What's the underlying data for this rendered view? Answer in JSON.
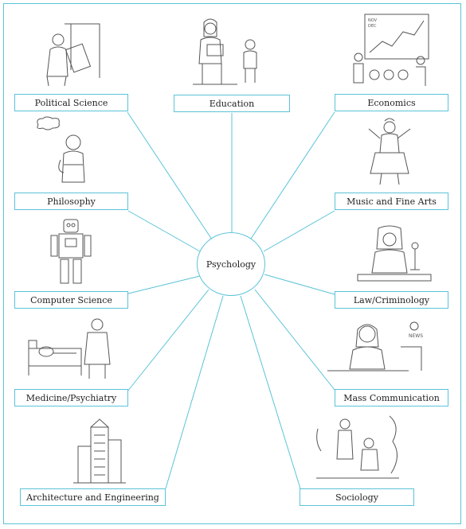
{
  "center": {
    "label": "Psychology"
  },
  "fields": [
    {
      "id": "political-science",
      "label": "Political Science"
    },
    {
      "id": "education",
      "label": "Education"
    },
    {
      "id": "economics",
      "label": "Economics"
    },
    {
      "id": "philosophy",
      "label": "Philosophy"
    },
    {
      "id": "music-and-fine-arts",
      "label": "Music and Fine Arts"
    },
    {
      "id": "computer-science",
      "label": "Computer Science"
    },
    {
      "id": "law-criminology",
      "label": "Law/Criminology"
    },
    {
      "id": "medicine-psychiatry",
      "label": "Medicine/Psychiatry"
    },
    {
      "id": "mass-communication",
      "label": "Mass Communication"
    },
    {
      "id": "architecture-and-engineering",
      "label": "Architecture and Engineering"
    },
    {
      "id": "sociology",
      "label": "Sociology"
    }
  ],
  "illustrations": {
    "economics_chart_labels": [
      "NOV",
      "DEC"
    ],
    "news_badge": "NEWS"
  },
  "colors": {
    "connector": "#5bc3d8",
    "sketch": "#555555"
  }
}
